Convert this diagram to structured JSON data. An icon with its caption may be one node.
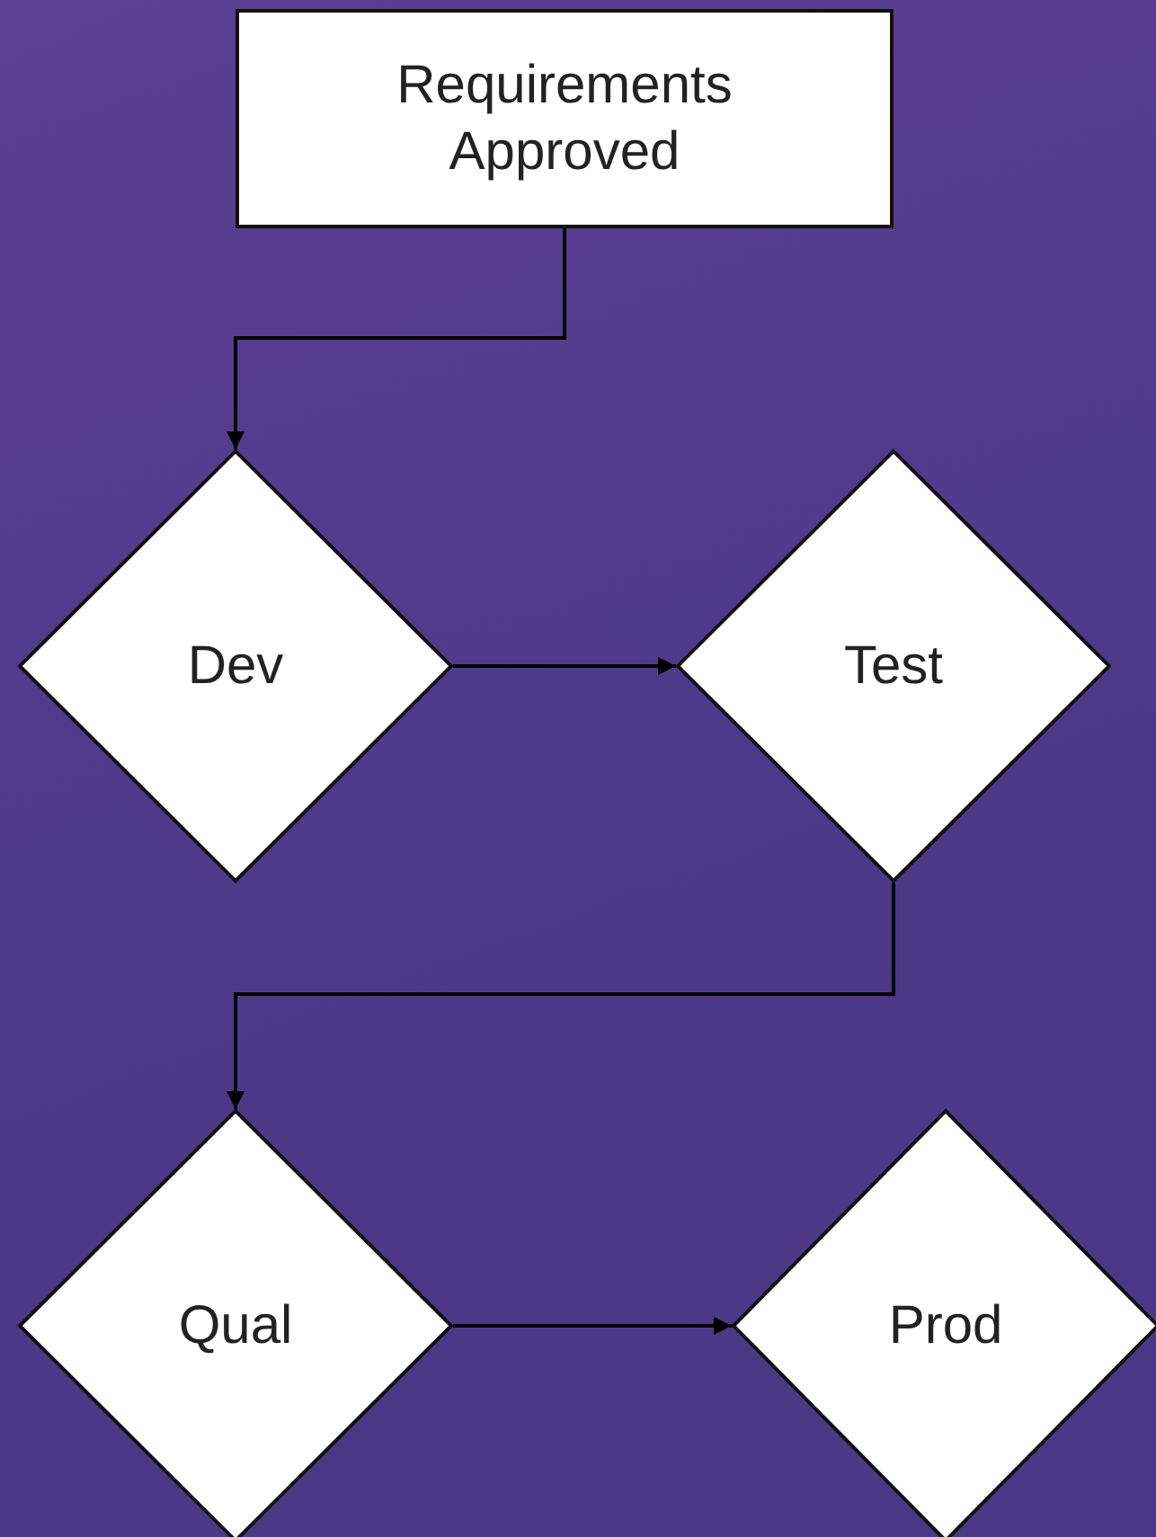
{
  "diagram": {
    "nodes": [
      {
        "text": [
          "Requirements Approved"
        ]
      },
      {
        "text": [
          "Dev"
        ]
      },
      {
        "text": [
          "Test"
        ]
      },
      {
        "text": [
          "Qual"
        ]
      },
      {
        "text": [
          "Prod"
        ]
      }
    ],
    "edges": [
      {
        "from": 0,
        "to": 1,
        "arrow": "to"
      },
      {
        "from": 1,
        "to": 2,
        "arrow": "to"
      },
      {
        "from": 2,
        "to": 3,
        "arrow": "to"
      },
      {
        "from": 3,
        "to": 4,
        "arrow": "to"
      }
    ]
  }
}
